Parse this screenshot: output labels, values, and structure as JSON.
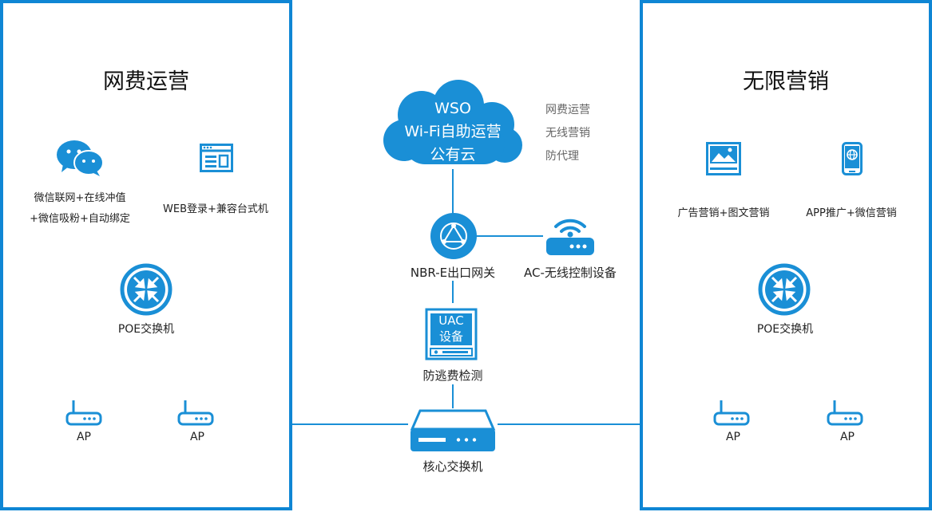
{
  "left_panel": {
    "title": "网费运营",
    "wechat_line1": "微信联网+在线冲值",
    "wechat_line2": "+微信吸粉+自动绑定",
    "web_label": "WEB登录+兼容台式机",
    "poe_label": "POE交换机",
    "ap1_label": "AP",
    "ap2_label": "AP"
  },
  "right_panel": {
    "title": "无限营销",
    "ad_label": "广告营销+图文营销",
    "app_label": "APP推广+微信营销",
    "poe_label": "POE交换机",
    "ap1_label": "AP",
    "ap2_label": "AP"
  },
  "center": {
    "cloud_line1": "WSO",
    "cloud_line2": "Wi-Fi自助运营",
    "cloud_line3": "公有云",
    "side_list": [
      "网费运营",
      "无线营销",
      "防代理"
    ],
    "nbr_label": "NBR-E出口网关",
    "ac_label": "AC-无线控制设备",
    "uac_line1": "UAC",
    "uac_line2": "设备",
    "uac_label": "防逃费检测",
    "core_label": "核心交换机"
  },
  "colors": {
    "accent": "#0f86d4",
    "line": "#1a8fd6",
    "cloud": "#1a8fd6"
  }
}
